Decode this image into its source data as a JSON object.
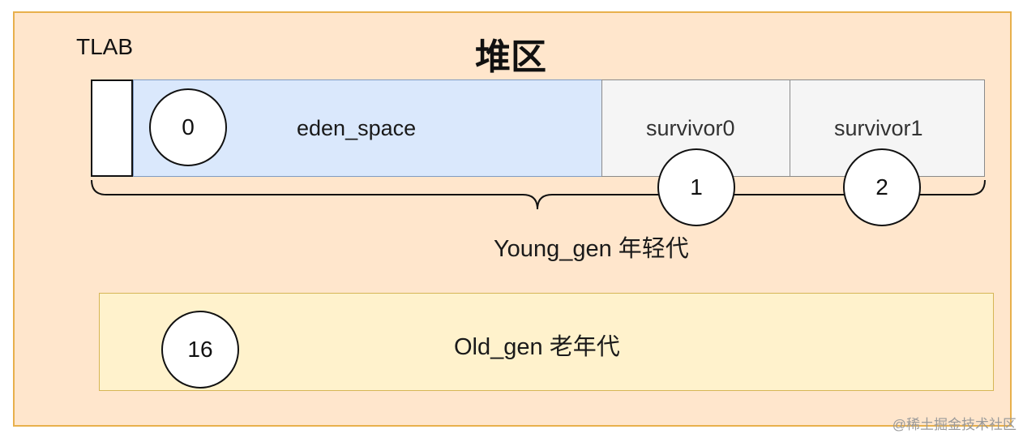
{
  "title": "堆区",
  "tlab": {
    "label": "TLAB"
  },
  "young": {
    "eden_label": "eden_space",
    "survivor0_label": "survivor0",
    "survivor1_label": "survivor1",
    "group_label": "Young_gen 年轻代"
  },
  "old": {
    "label": "Old_gen 老年代"
  },
  "ages": {
    "eden": "0",
    "survivor0": "1",
    "survivor1": "2",
    "old": "16"
  },
  "watermark": "@稀土掘金技术社区",
  "colors": {
    "heap_fill": "#ffe6cc",
    "heap_border": "#e8b04c",
    "eden_fill": "#dae8fc",
    "survivor_fill": "#f5f5f5",
    "old_fill": "#fff2cc",
    "old_border": "#d6b656"
  }
}
